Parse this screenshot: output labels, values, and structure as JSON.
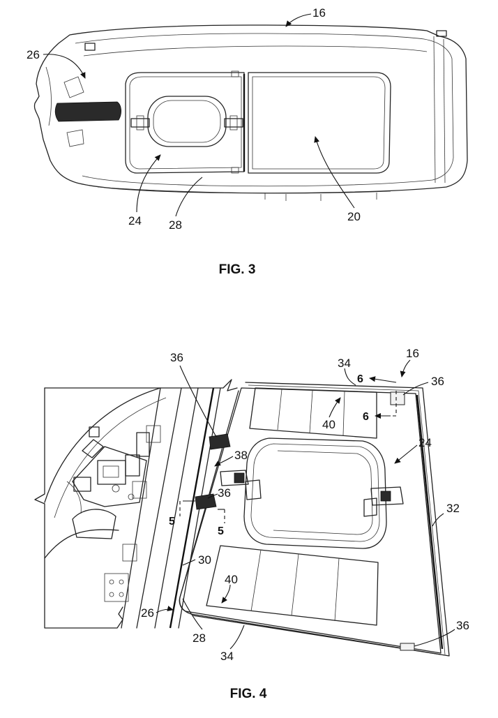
{
  "figures": [
    {
      "caption": "FIG. 3",
      "labels": {
        "l16": "16",
        "l26": "26",
        "l24": "24",
        "l28": "28",
        "l20": "20"
      }
    },
    {
      "caption": "FIG. 4",
      "labels": {
        "l16": "16",
        "l34_top": "34",
        "l36_top": "36",
        "l36_right": "36",
        "l6_a": "6",
        "l6_b": "6",
        "l40_top": "40",
        "l24": "24",
        "l38": "38",
        "l36_mid": "36",
        "l5_a": "5",
        "l5_b": "5",
        "l32": "32",
        "l30": "30",
        "l40_bottom": "40",
        "l26": "26",
        "l28": "28",
        "l34_bottom": "34",
        "l36_bottom": "36"
      }
    }
  ]
}
